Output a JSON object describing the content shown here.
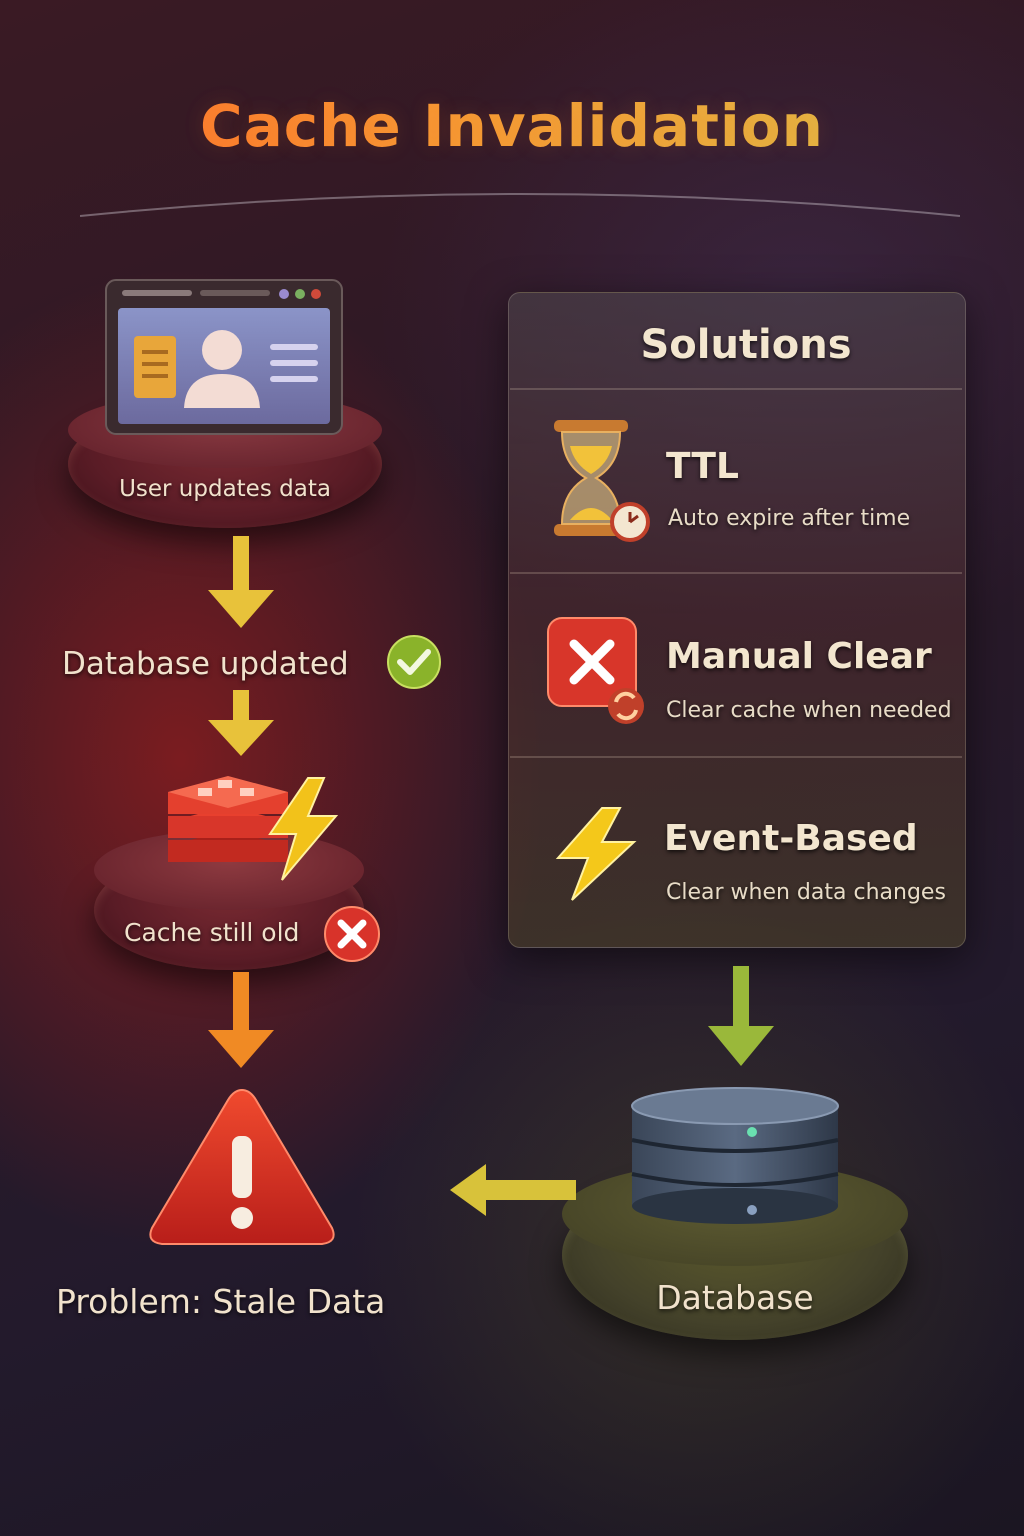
{
  "title": "Cache Invalidation",
  "flow": {
    "user_label": "User updates data",
    "db_updated_label": "Database updated",
    "cache_label": "Cache still old",
    "problem_label": "Problem: Stale Data"
  },
  "solutions": {
    "heading": "Solutions",
    "items": [
      {
        "title": "TTL",
        "desc": "Auto expire after time",
        "icon": "hourglass-icon"
      },
      {
        "title": "Manual Clear",
        "desc": "Clear cache when needed",
        "icon": "clear-x-icon"
      },
      {
        "title": "Event-Based",
        "desc": "Clear when data changes",
        "icon": "lightning-icon"
      }
    ]
  },
  "database_label": "Database",
  "colors": {
    "title_start": "#ff6a2a",
    "title_end": "#d9c24a",
    "arrow_yellow": "#e8c23a",
    "arrow_orange": "#f08a24",
    "arrow_green": "#9ab83a",
    "danger_red": "#d8332a",
    "success_green": "#8ab32a"
  }
}
